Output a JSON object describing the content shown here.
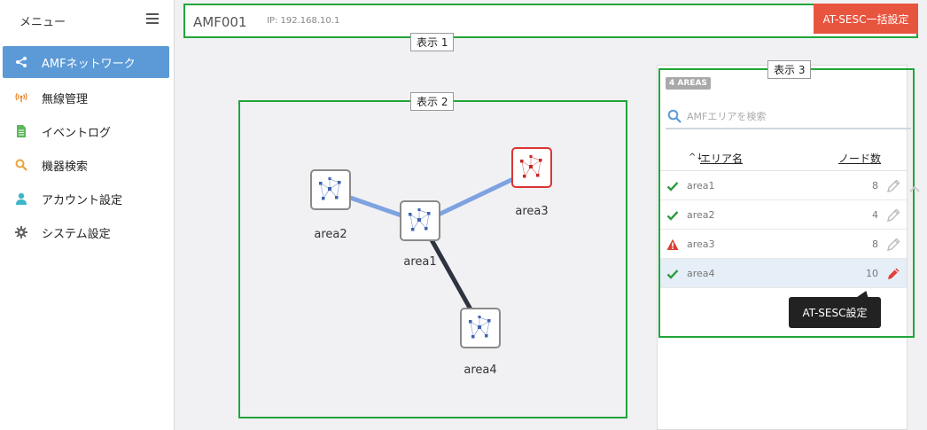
{
  "sidebar": {
    "title": "メニュー",
    "items": [
      {
        "label": "AMFネットワーク",
        "icon": "share-icon",
        "active": true
      },
      {
        "label": "無線管理",
        "icon": "wireless-icon",
        "active": false
      },
      {
        "label": "イベントログ",
        "icon": "document-icon",
        "active": false
      },
      {
        "label": "機器検索",
        "icon": "search-icon",
        "active": false
      },
      {
        "label": "アカウント設定",
        "icon": "user-icon",
        "active": false
      },
      {
        "label": "システム設定",
        "icon": "gear-icon",
        "active": false
      }
    ]
  },
  "header": {
    "title": "AMF001",
    "ip": "IP: 192.168.10.1",
    "bulk_button": "AT-SESC一括設定"
  },
  "annotations": {
    "label1": "表示 1",
    "label2": "表示 2",
    "label3": "表示 3"
  },
  "map": {
    "nodes": [
      {
        "name": "area2",
        "status": "ok"
      },
      {
        "name": "area1",
        "status": "ok"
      },
      {
        "name": "area3",
        "status": "alert"
      },
      {
        "name": "area4",
        "status": "ok"
      }
    ]
  },
  "panel": {
    "badge": "4 AREAS",
    "search_placeholder": "AMFエリアを検索",
    "col_name": "エリア名",
    "col_name_sort": "^↓",
    "col_nodes": "ノード数",
    "rows": [
      {
        "name": "area1",
        "count": "8",
        "status": "ok"
      },
      {
        "name": "area2",
        "count": "4",
        "status": "ok"
      },
      {
        "name": "area3",
        "count": "8",
        "status": "warning"
      },
      {
        "name": "area4",
        "count": "10",
        "status": "ok",
        "selected": true
      }
    ],
    "tooltip": "AT-SESC設定"
  },
  "colors": {
    "accent": "#5b9ad6",
    "danger": "#e8553f",
    "annotation_border": "#22a53a",
    "ok": "#2e9b3f",
    "warning": "#d9402f"
  }
}
